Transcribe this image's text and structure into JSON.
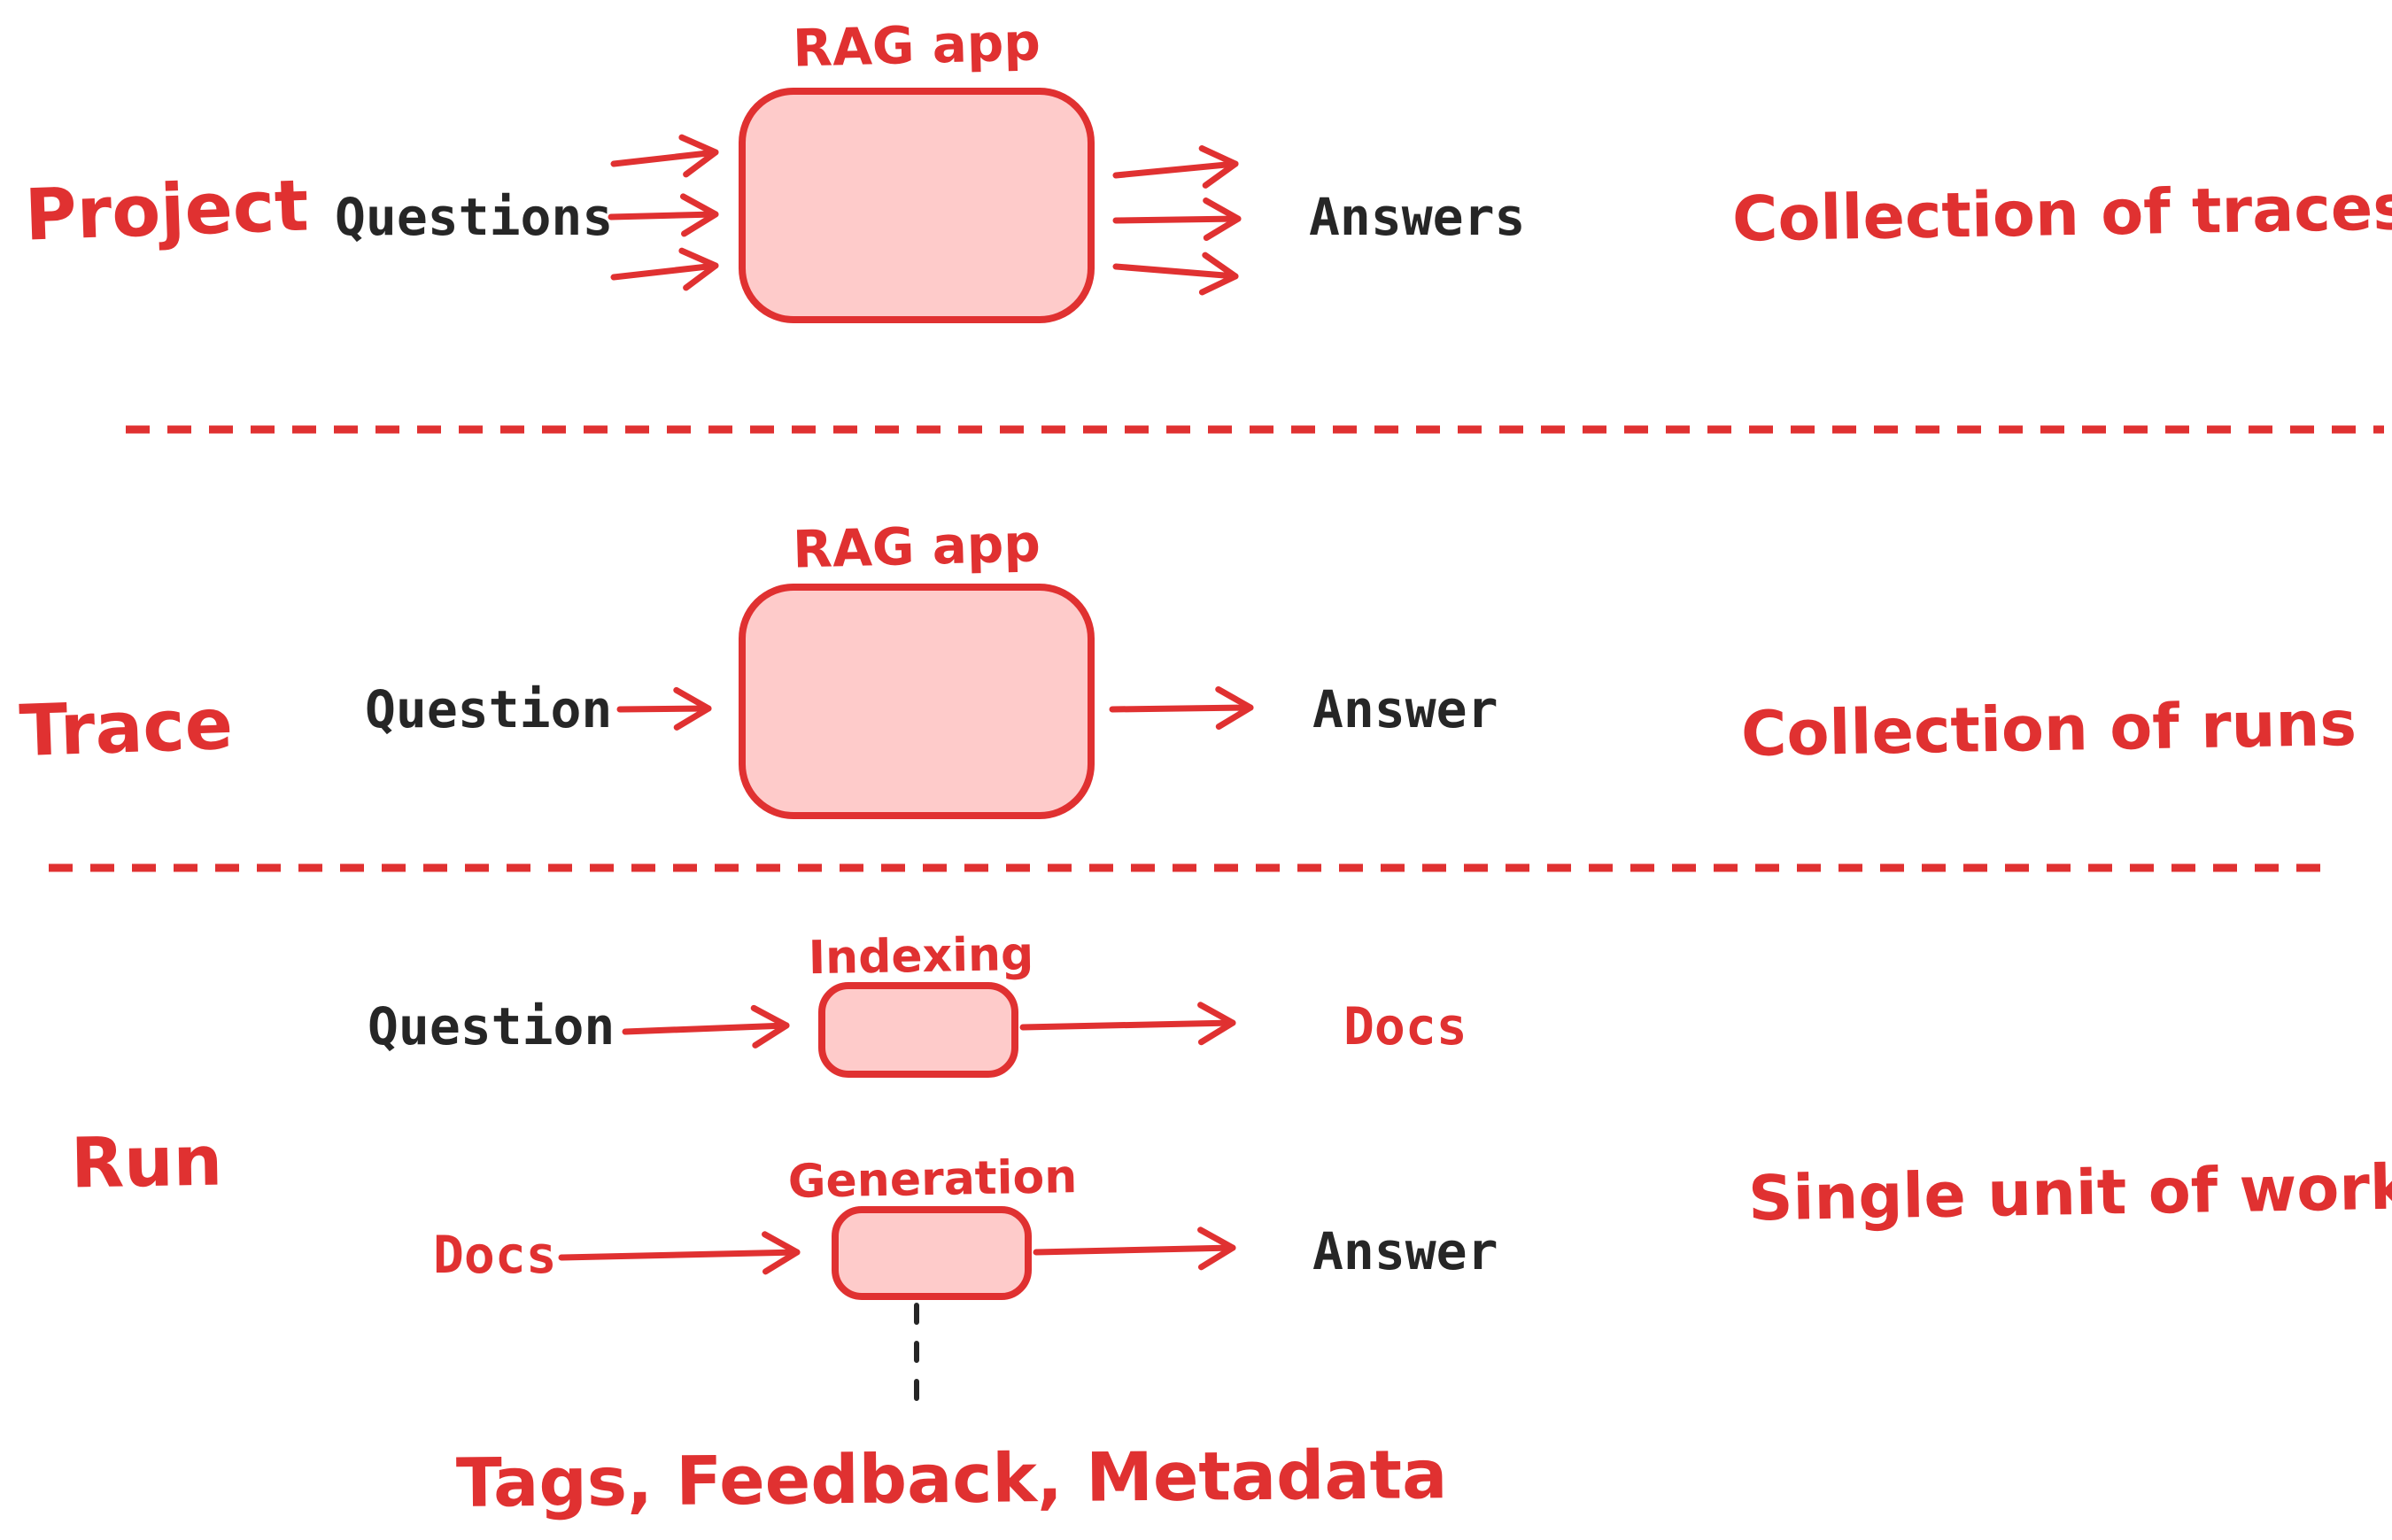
{
  "colors": {
    "red": "#e03131",
    "pink_fill": "#fecbca",
    "ink": "#262626"
  },
  "sections": {
    "project": {
      "label": "Project",
      "input_label": "Questions",
      "app_title": "RAG app",
      "output_label": "Answers",
      "description": "Collection of traces"
    },
    "trace": {
      "label": "Trace",
      "input_label": "Question",
      "app_title": "RAG app",
      "output_label": "Answer",
      "description": "Collection of runs"
    },
    "run": {
      "label": "Run",
      "description": "Single unit of work",
      "indexing_step": {
        "title": "Indexing",
        "input_label": "Question",
        "output_label": "Docs"
      },
      "generation_step": {
        "title": "Generation",
        "input_label": "Docs",
        "output_label": "Answer"
      },
      "annotation": "Tags, Feedback, Metadata"
    }
  }
}
